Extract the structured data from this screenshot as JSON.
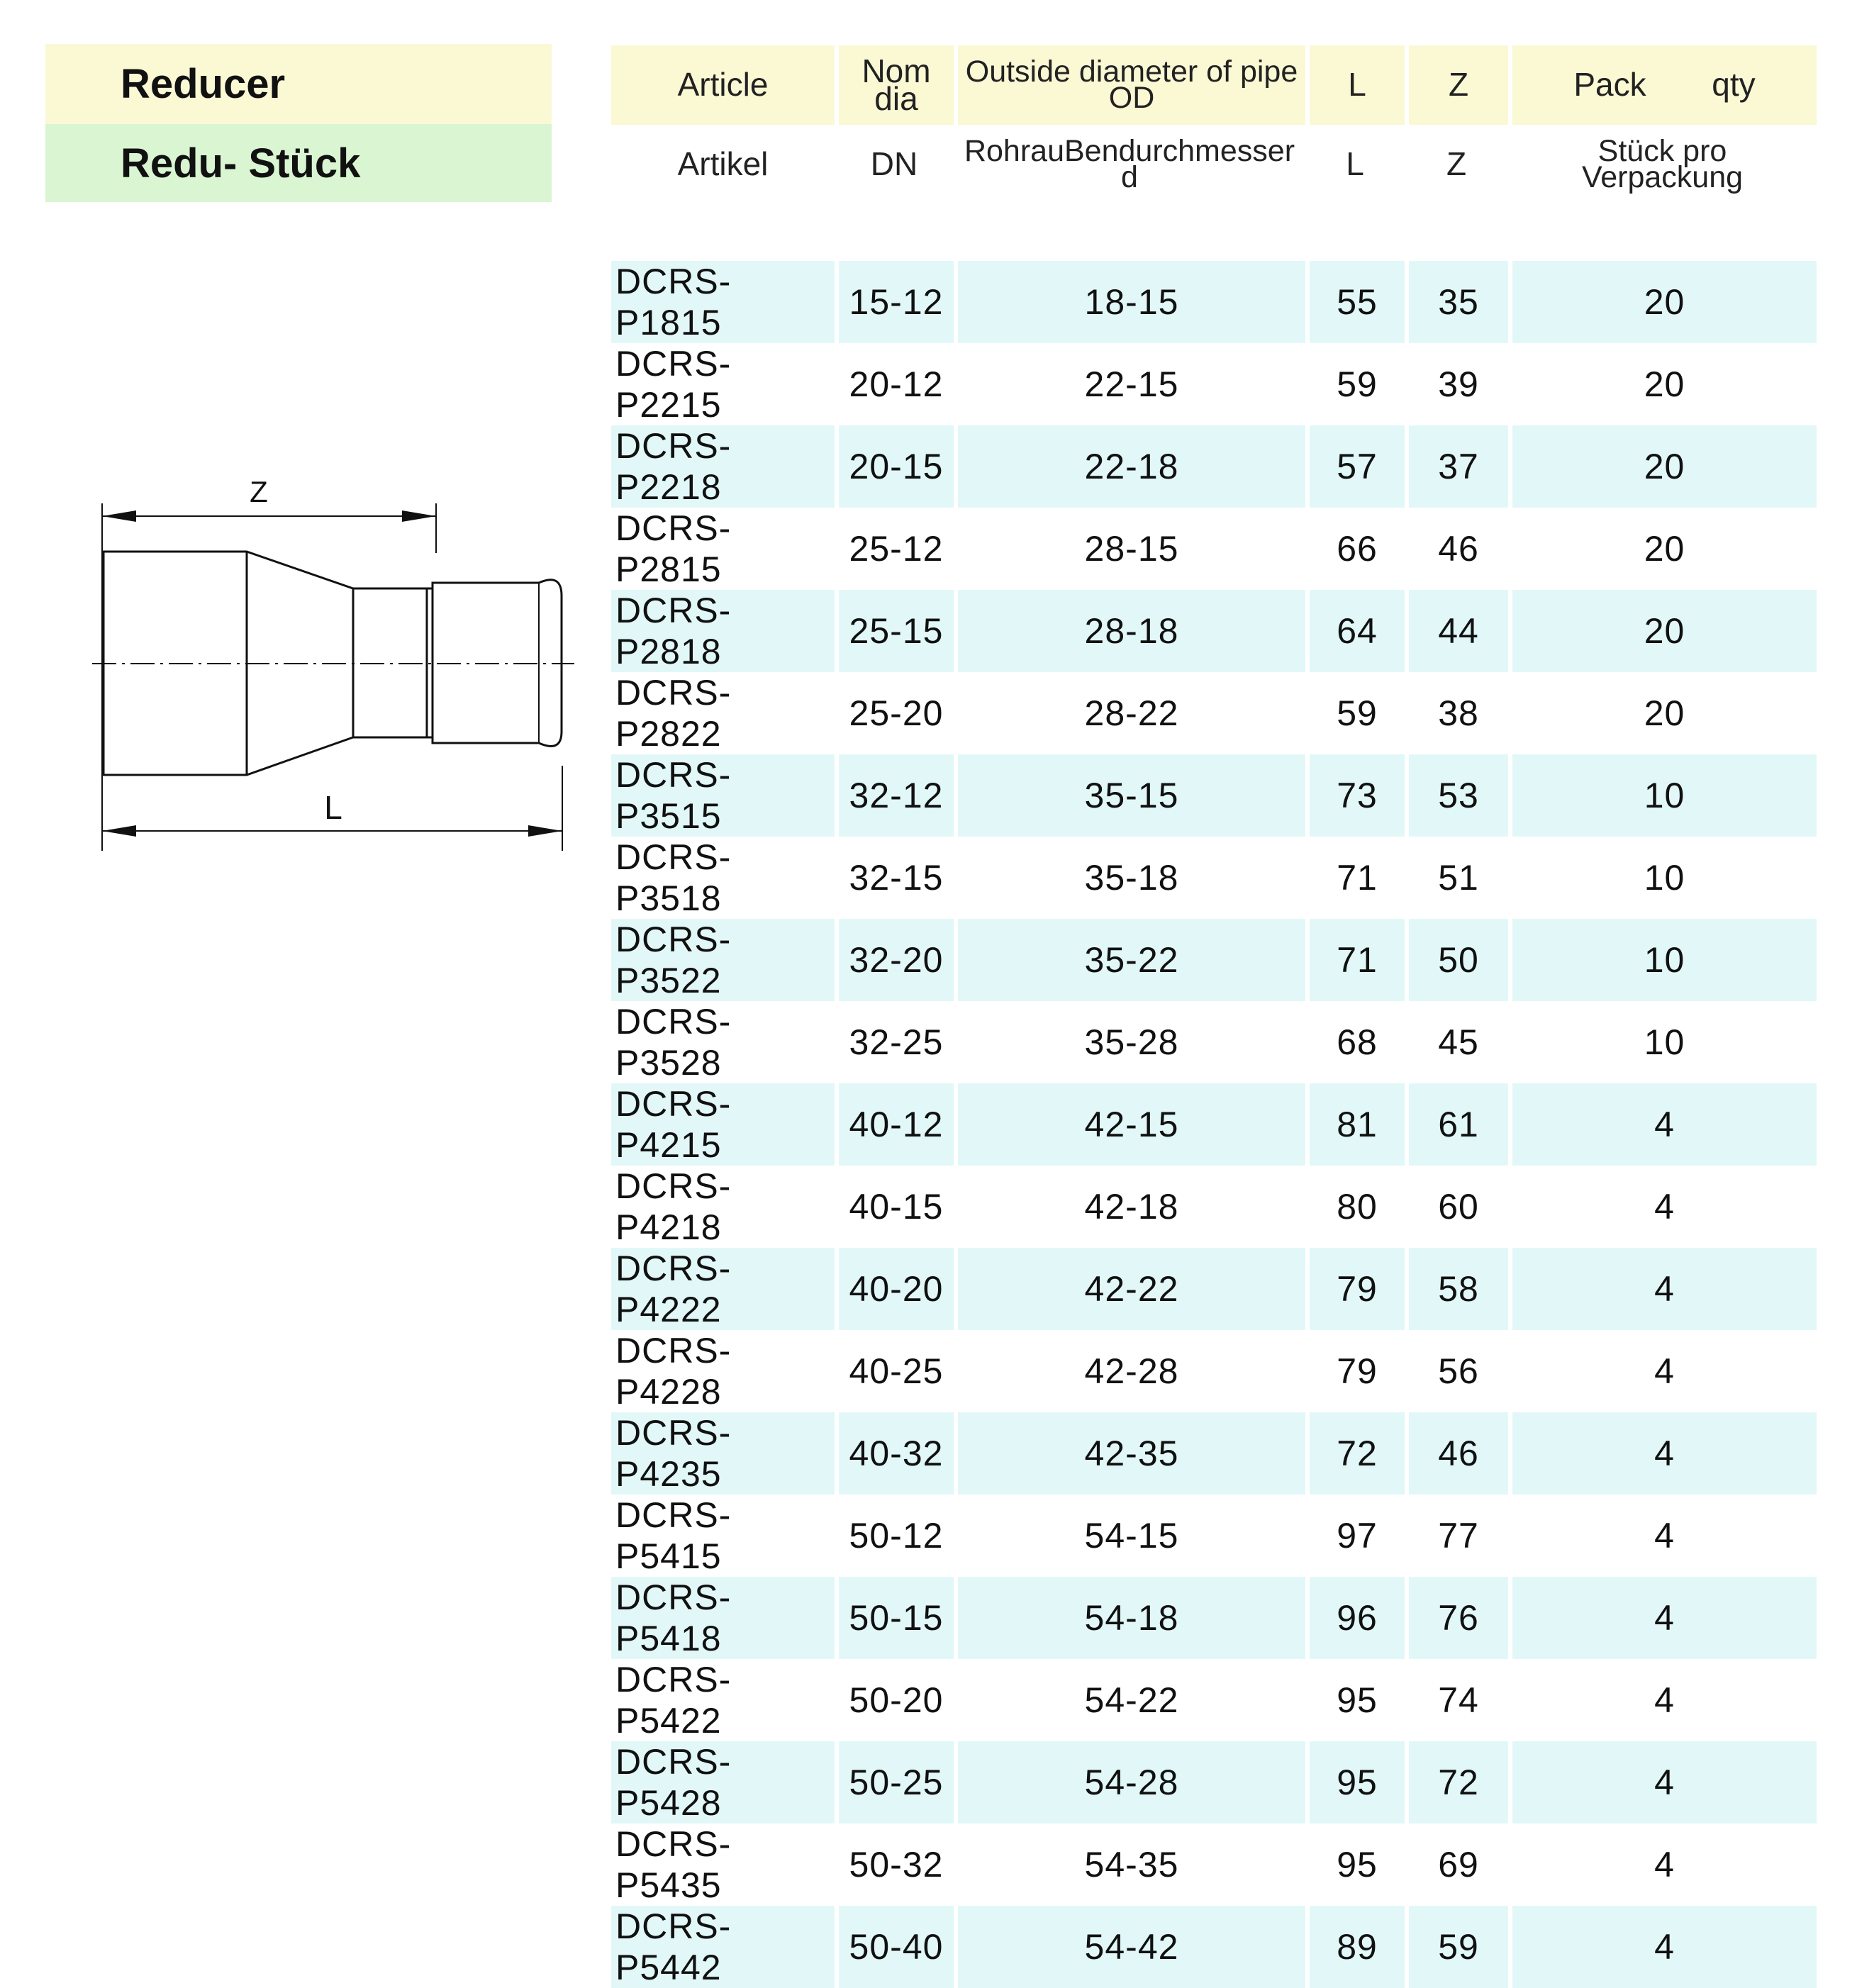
{
  "title": {
    "en": "Reducer",
    "de": "Redu- Stück"
  },
  "drawing": {
    "label_z": "Z",
    "label_l": "L"
  },
  "header": {
    "row1": {
      "article": "Article",
      "nom_line1": "Nom",
      "nom_line2": "dia",
      "od_line1": "Outside diameter of pipe",
      "od_line2": "OD",
      "l": "L",
      "z": "Z",
      "pack": "Pack",
      "qty": "qty"
    },
    "row2": {
      "article": "Artikel",
      "dn": "DN",
      "od_line1": "RohrauBendurchmesser",
      "od_line2": "d",
      "l": "L",
      "z": "Z",
      "pack_line1": "Stück pro",
      "pack_line2": "Verpackung"
    }
  },
  "rows": [
    {
      "article": "DCRS-P1815",
      "dn": "15-12",
      "od": "18-15",
      "l": "55",
      "z": "35",
      "pack": "20"
    },
    {
      "article": "DCRS-P2215",
      "dn": "20-12",
      "od": "22-15",
      "l": "59",
      "z": "39",
      "pack": "20"
    },
    {
      "article": "DCRS-P2218",
      "dn": "20-15",
      "od": "22-18",
      "l": "57",
      "z": "37",
      "pack": "20"
    },
    {
      "article": "DCRS-P2815",
      "dn": "25-12",
      "od": "28-15",
      "l": "66",
      "z": "46",
      "pack": "20"
    },
    {
      "article": "DCRS-P2818",
      "dn": "25-15",
      "od": "28-18",
      "l": "64",
      "z": "44",
      "pack": "20"
    },
    {
      "article": "DCRS-P2822",
      "dn": "25-20",
      "od": "28-22",
      "l": "59",
      "z": "38",
      "pack": "20"
    },
    {
      "article": "DCRS-P3515",
      "dn": "32-12",
      "od": "35-15",
      "l": "73",
      "z": "53",
      "pack": "10"
    },
    {
      "article": "DCRS-P3518",
      "dn": "32-15",
      "od": "35-18",
      "l": "71",
      "z": "51",
      "pack": "10"
    },
    {
      "article": "DCRS-P3522",
      "dn": "32-20",
      "od": "35-22",
      "l": "71",
      "z": "50",
      "pack": "10"
    },
    {
      "article": "DCRS-P3528",
      "dn": "32-25",
      "od": "35-28",
      "l": "68",
      "z": "45",
      "pack": "10"
    },
    {
      "article": "DCRS-P4215",
      "dn": "40-12",
      "od": "42-15",
      "l": "81",
      "z": "61",
      "pack": "4"
    },
    {
      "article": "DCRS-P4218",
      "dn": "40-15",
      "od": "42-18",
      "l": "80",
      "z": "60",
      "pack": "4"
    },
    {
      "article": "DCRS-P4222",
      "dn": "40-20",
      "od": "42-22",
      "l": "79",
      "z": "58",
      "pack": "4"
    },
    {
      "article": "DCRS-P4228",
      "dn": "40-25",
      "od": "42-28",
      "l": "79",
      "z": "56",
      "pack": "4"
    },
    {
      "article": "DCRS-P4235",
      "dn": "40-32",
      "od": "42-35",
      "l": "72",
      "z": "46",
      "pack": "4"
    },
    {
      "article": "DCRS-P5415",
      "dn": "50-12",
      "od": "54-15",
      "l": "97",
      "z": "77",
      "pack": "4"
    },
    {
      "article": "DCRS-P5418",
      "dn": "50-15",
      "od": "54-18",
      "l": "96",
      "z": "76",
      "pack": "4"
    },
    {
      "article": "DCRS-P5422",
      "dn": "50-20",
      "od": "54-22",
      "l": "95",
      "z": "74",
      "pack": "4"
    },
    {
      "article": "DCRS-P5428",
      "dn": "50-25",
      "od": "54-28",
      "l": "95",
      "z": "72",
      "pack": "4"
    },
    {
      "article": "DCRS-P5435",
      "dn": "50-32",
      "od": "54-35",
      "l": "95",
      "z": "69",
      "pack": "4"
    },
    {
      "article": "DCRS-P5442",
      "dn": "50-40",
      "od": "54-42",
      "l": "89",
      "z": "59",
      "pack": "4"
    }
  ]
}
